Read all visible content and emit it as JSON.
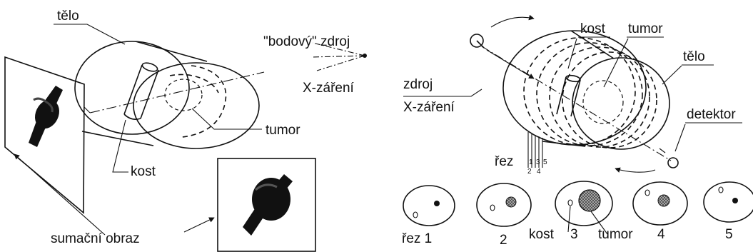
{
  "left_panel": {
    "body_label": "tělo",
    "source_label": "\"bodový\" zdroj",
    "xray_label": "X-záření",
    "tumor_label": "tumor",
    "bone_label": "kost",
    "summation_label": "sumační obraz"
  },
  "right_panel": {
    "bone_label": "kost",
    "tumor_label": "tumor",
    "body_label": "tělo",
    "source_label_line1": "zdroj",
    "source_label_line2": "X-záření",
    "detector_label": "detektor",
    "slice_label": "řez",
    "slice_numbers": [
      "1",
      "2",
      "3",
      "4",
      "5"
    ],
    "slice_numbers_lower": [
      "2",
      "4"
    ],
    "slice_numbers_upper": [
      "1",
      "3",
      "5"
    ]
  },
  "slices": {
    "first_label": "řez 1",
    "labels": [
      "2",
      "3",
      "4",
      "5"
    ],
    "bone_label": "kost",
    "tumor_label": "tumor"
  }
}
